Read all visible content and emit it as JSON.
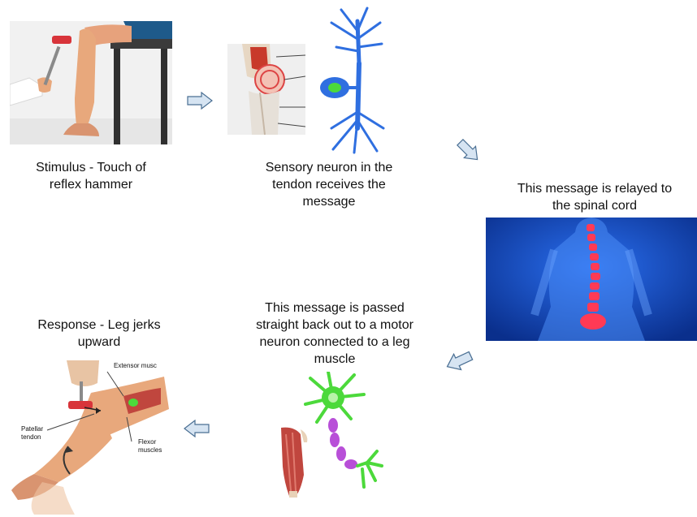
{
  "steps": [
    {
      "id": "stimulus",
      "caption": "Stimulus - Touch of\nreflex hammer",
      "illustration": "reflex-hammer-knee-icon"
    },
    {
      "id": "sensory",
      "caption": "Sensory neuron in the\ntendon receives the\nmessage",
      "illustration": "sensory-neuron-icon"
    },
    {
      "id": "spinal",
      "caption": "This message is relayed to\nthe spinal cord",
      "illustration": "spinal-cord-icon"
    },
    {
      "id": "motor",
      "caption": "This message is passed\nstraight back out to a motor\nneuron connected to a leg\nmuscle",
      "illustration": "motor-neuron-icon"
    },
    {
      "id": "response",
      "caption": "Response - Leg jerks\nupward",
      "illustration": "leg-jerk-icon"
    }
  ],
  "labels": {
    "extensor": "Extensor musc",
    "patellar": "Patellar\ntendon",
    "flexor": "Flexor\nmuscles"
  },
  "colors": {
    "arrow_fill": "#d6e4f2",
    "arrow_stroke": "#4a6f93",
    "skin": "#e8a87c",
    "neuron_blue": "#2f6fe0",
    "neuron_green": "#4cd93b",
    "spine_red": "#ff3a55",
    "spine_bg": "#0c3da8"
  }
}
